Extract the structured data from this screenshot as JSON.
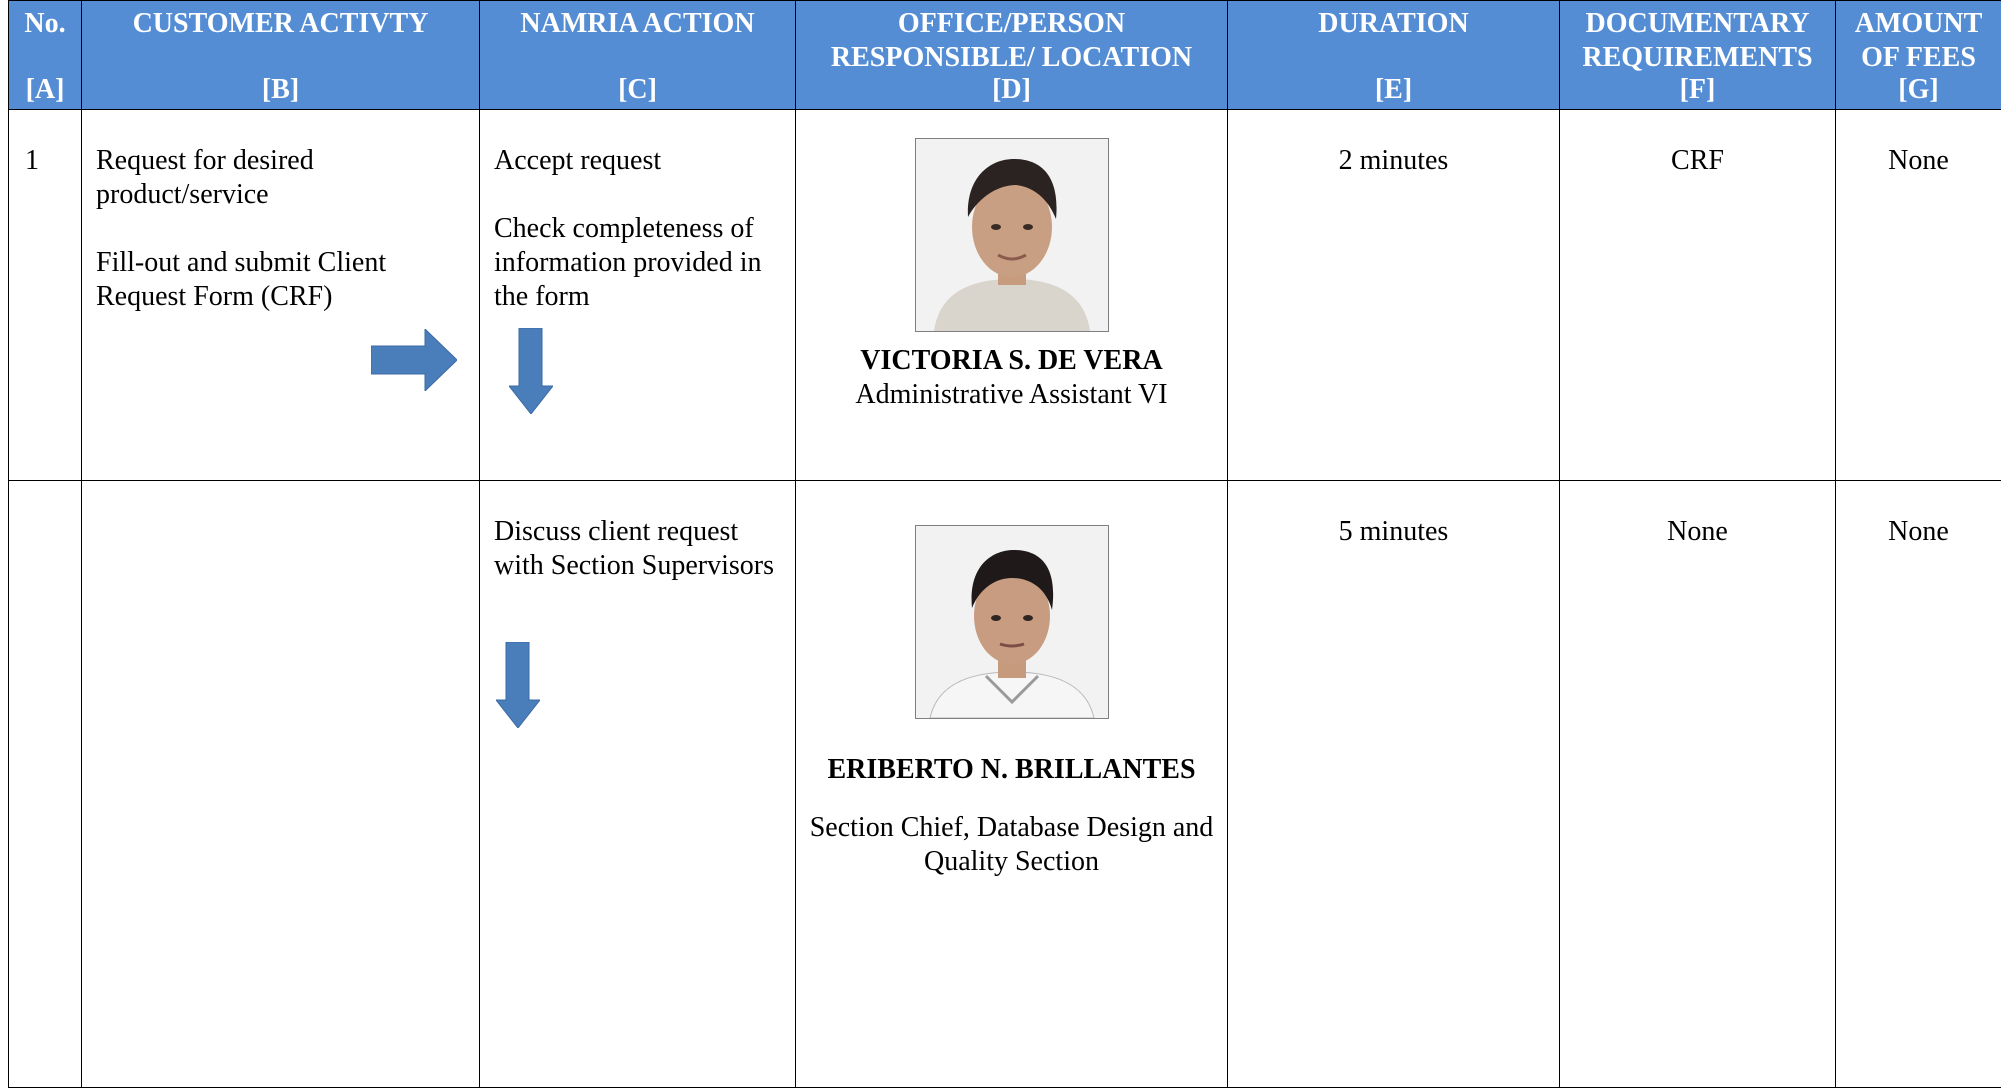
{
  "header": {
    "col_a": {
      "title": "No.",
      "code": "[A]"
    },
    "col_b": {
      "title": "CUSTOMER ACTIVTY",
      "code": "[B]"
    },
    "col_c": {
      "title": "NAMRIA ACTION",
      "code": "[C]"
    },
    "col_d": {
      "title_line1": "OFFICE/PERSON",
      "title_line2": "RESPONSIBLE/ LOCATION",
      "code": "[D]"
    },
    "col_e": {
      "title": "DURATION",
      "code": "[E]"
    },
    "col_f": {
      "title": "DOCUMENTARY REQUIREMENTS",
      "code": "[F]"
    },
    "col_g": {
      "title_line1": "AMOUNT",
      "title_line2": "OF FEES",
      "code": "[G]"
    }
  },
  "rows": [
    {
      "number": "1",
      "customer_activity": [
        "Request for desired product/service",
        "Fill-out and submit Client Request Form (CRF)"
      ],
      "namria_action": [
        "Accept request",
        "Check completeness of information provided in the form"
      ],
      "person_name": "VICTORIA S. DE VERA",
      "person_role": "Administrative Assistant VI",
      "duration": "2 minutes",
      "requirements": "CRF",
      "fees": "None"
    },
    {
      "number": "",
      "customer_activity": [],
      "namria_action": [
        "Discuss client request with Section Supervisors"
      ],
      "person_name": "ERIBERTO N. BRILLANTES",
      "person_role": "Section Chief, Database Design and Quality Section",
      "duration": "5 minutes",
      "requirements": "None",
      "fees": "None"
    }
  ],
  "colors": {
    "header_bg": "#548dd4",
    "header_text": "#ffffff",
    "arrow": "#4a7ebb"
  },
  "icons": {
    "right_arrow": "arrow-right-icon",
    "down_arrow": "arrow-down-icon"
  }
}
